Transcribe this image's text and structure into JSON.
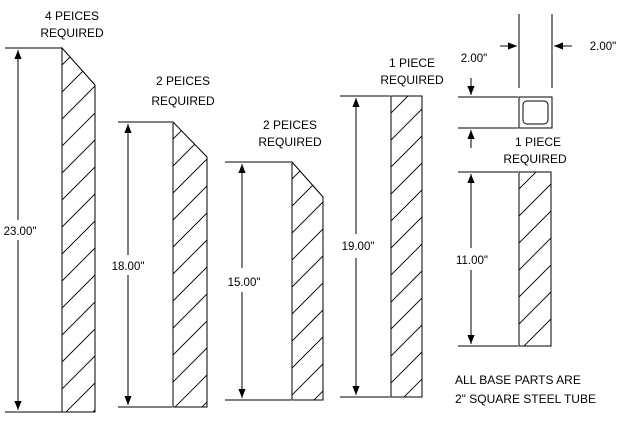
{
  "parts": [
    {
      "id": "p1",
      "qty_line1": "4 PEICES",
      "qty_line2": "REQUIRED",
      "length": "23.00\""
    },
    {
      "id": "p2",
      "qty_line1": "2 PEICES",
      "qty_line2": "REQUIRED",
      "length": "18.00\""
    },
    {
      "id": "p3",
      "qty_line1": "2 PEICES",
      "qty_line2": "REQUIRED",
      "length": "15.00\""
    },
    {
      "id": "p4",
      "qty_line1": "1 PIECE",
      "qty_line2": "REQUIRED",
      "length": "19.00\""
    },
    {
      "id": "p5",
      "qty_line1": "1 PIECE",
      "qty_line2": "REQUIRED",
      "length": "11.00\""
    }
  ],
  "tube_section": {
    "width": "2.00\"",
    "height": "2.00\""
  },
  "note": {
    "line1": "ALL BASE PARTS ARE",
    "line2": "2\" SQUARE STEEL TUBE"
  }
}
